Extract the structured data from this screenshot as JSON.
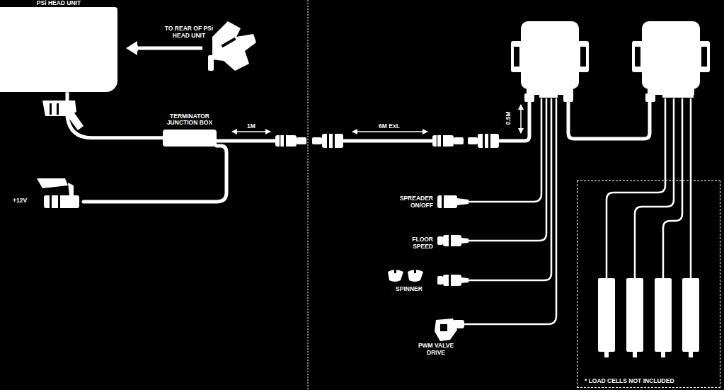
{
  "diagram": {
    "nodes": [
      {
        "text": [
          "PSi HEAD UNIT"
        ]
      },
      {
        "text": [
          "TERMINATOR JUNCTION BOX"
        ]
      },
      {
        "text": [
          "* LOAD CELLS NOT INCLUDED"
        ]
      }
    ],
    "edges": [
      {
        "from": 0,
        "to": 1,
        "arrow": "none"
      }
    ],
    "labels": [
      "TO REAR OF PSi HEAD UNIT",
      "1M",
      "6M Ext.",
      "0.5M",
      "+12V",
      "SPREADER ON/OFF",
      "FLOOR SPEED",
      "SPINNER",
      "PWM VALVE DRIVE"
    ]
  }
}
